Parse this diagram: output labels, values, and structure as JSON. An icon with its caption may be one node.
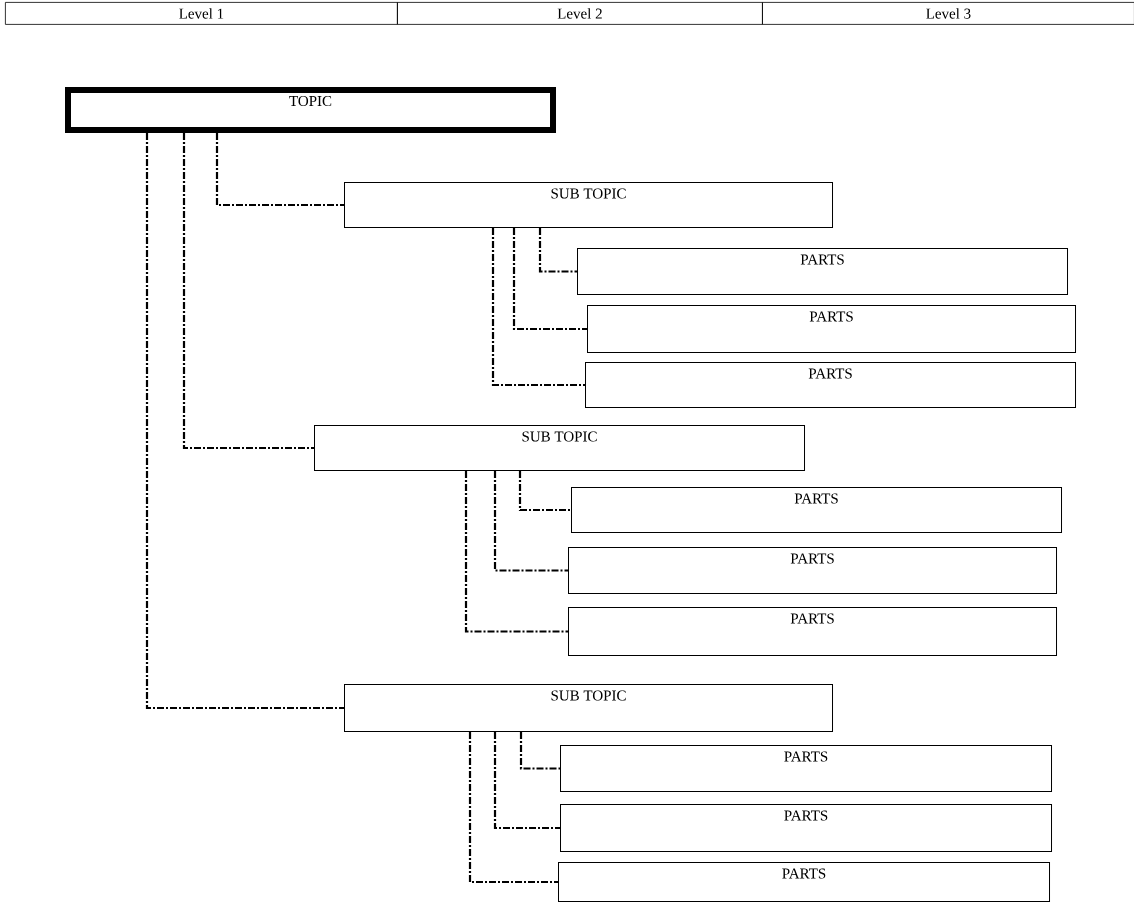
{
  "diagram": {
    "nodes": [
      {
        "text": [
          "TOPIC"
        ]
      },
      {
        "text": [
          "SUB TOPIC"
        ]
      },
      {
        "text": [
          "PARTS"
        ]
      },
      {
        "text": [
          "PARTS"
        ]
      },
      {
        "text": [
          "PARTS"
        ]
      },
      {
        "text": [
          "SUB TOPIC"
        ]
      },
      {
        "text": [
          "PARTS"
        ]
      },
      {
        "text": [
          "PARTS"
        ]
      },
      {
        "text": [
          "PARTS"
        ]
      },
      {
        "text": [
          "SUB TOPIC"
        ]
      },
      {
        "text": [
          "PARTS"
        ]
      },
      {
        "text": [
          "PARTS"
        ]
      },
      {
        "text": [
          "PARTS"
        ]
      }
    ],
    "edges": [
      {
        "from": 0,
        "to": 1,
        "arrow": "none",
        "style": "dashed"
      },
      {
        "from": 0,
        "to": 5,
        "arrow": "none",
        "style": "dashed"
      },
      {
        "from": 0,
        "to": 9,
        "arrow": "none",
        "style": "dashed"
      },
      {
        "from": 1,
        "to": 2,
        "arrow": "none",
        "style": "dashed"
      },
      {
        "from": 1,
        "to": 3,
        "arrow": "none",
        "style": "dashed"
      },
      {
        "from": 1,
        "to": 4,
        "arrow": "none",
        "style": "dashed"
      },
      {
        "from": 5,
        "to": 6,
        "arrow": "none",
        "style": "dashed"
      },
      {
        "from": 5,
        "to": 7,
        "arrow": "none",
        "style": "dashed"
      },
      {
        "from": 5,
        "to": 8,
        "arrow": "none",
        "style": "dashed"
      },
      {
        "from": 9,
        "to": 10,
        "arrow": "none",
        "style": "dashed"
      },
      {
        "from": 9,
        "to": 11,
        "arrow": "none",
        "style": "dashed"
      },
      {
        "from": 9,
        "to": 12,
        "arrow": "none",
        "style": "dashed"
      }
    ],
    "labels": [
      "Level 1",
      "Level 2",
      "Level 3"
    ]
  }
}
